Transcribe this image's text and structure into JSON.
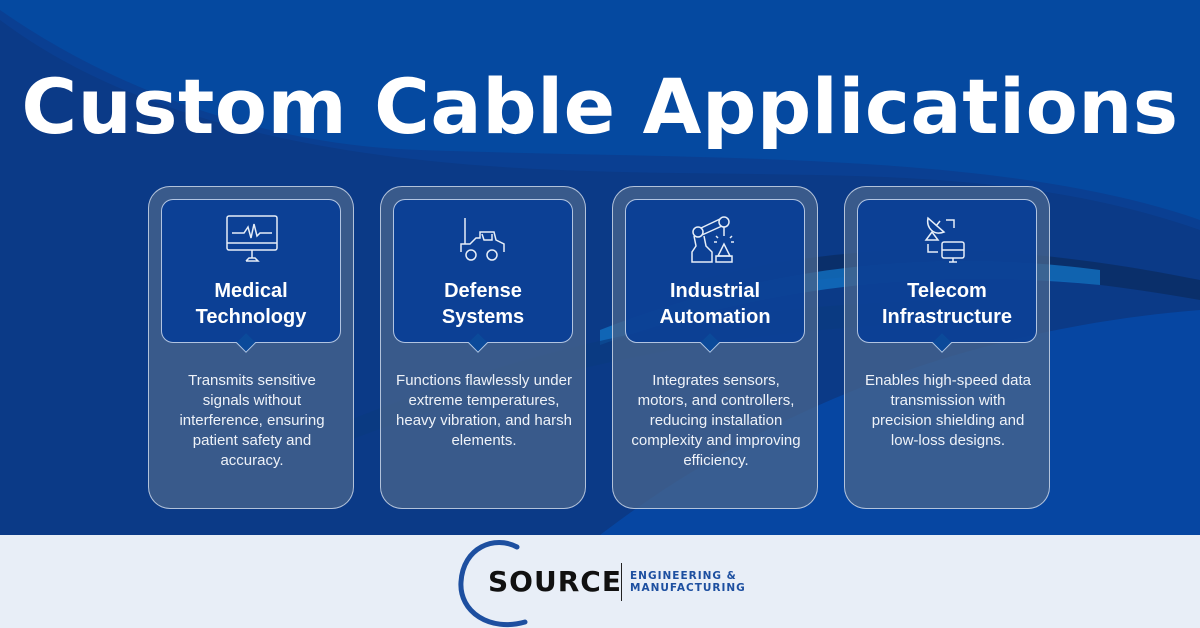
{
  "header": {
    "title": "Custom Cable Applications"
  },
  "cards": [
    {
      "icon": "medical-monitor-icon",
      "title_line1": "Medical",
      "title_line2": "Technology",
      "description": "Transmits sensitive signals without interference, ensuring patient safety and accuracy."
    },
    {
      "icon": "military-vehicle-icon",
      "title_line1": "Defense",
      "title_line2": "Systems",
      "description": "Functions flawlessly under extreme temperatures, heavy vibration, and harsh elements."
    },
    {
      "icon": "robotic-arm-icon",
      "title_line1": "Industrial",
      "title_line2": "Automation",
      "description": "Integrates sensors, motors, and controllers, reducing installation complexity and improving efficiency."
    },
    {
      "icon": "satellite-network-icon",
      "title_line1": "Telecom",
      "title_line2": "Infrastructure",
      "description": "Enables high-speed data transmission with precision shielding and low-loss designs."
    }
  ],
  "footer": {
    "logo_word": "SOURCE",
    "logo_sub_line1": "ENGINEERING &",
    "logo_sub_line2": "MANUFACTURING"
  },
  "colors": {
    "brand_blue": "#0549a0",
    "footer_bg": "#e8eef7",
    "card_bg": "#46648c"
  }
}
